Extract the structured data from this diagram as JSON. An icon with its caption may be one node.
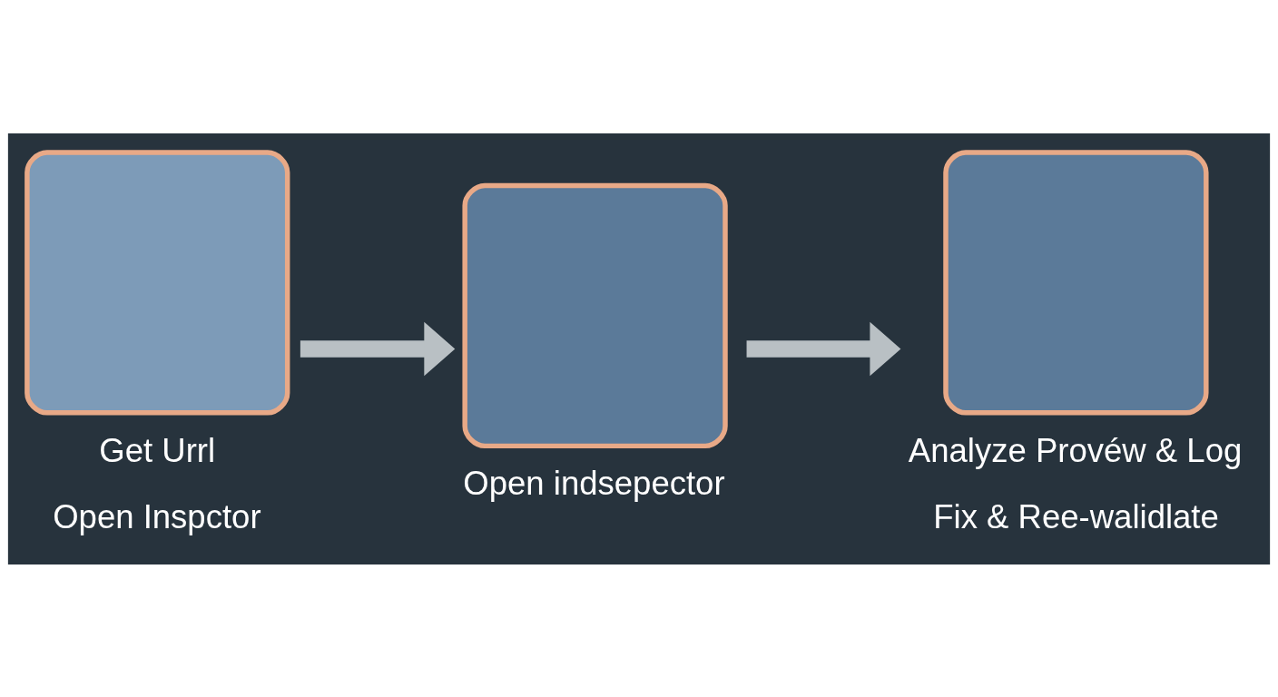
{
  "diagram": {
    "nodes": [
      {
        "text": [
          "Get Urrl",
          "Open Inspctor"
        ]
      },
      {
        "text": [
          "Open indsepector"
        ]
      },
      {
        "text": [
          "Analyze Provéw & Log",
          "Fix & Ree-walidlate"
        ]
      }
    ],
    "edges": [
      {
        "from": 0,
        "to": 1,
        "arrow": "to"
      },
      {
        "from": 1,
        "to": 2,
        "arrow": "to"
      }
    ]
  }
}
